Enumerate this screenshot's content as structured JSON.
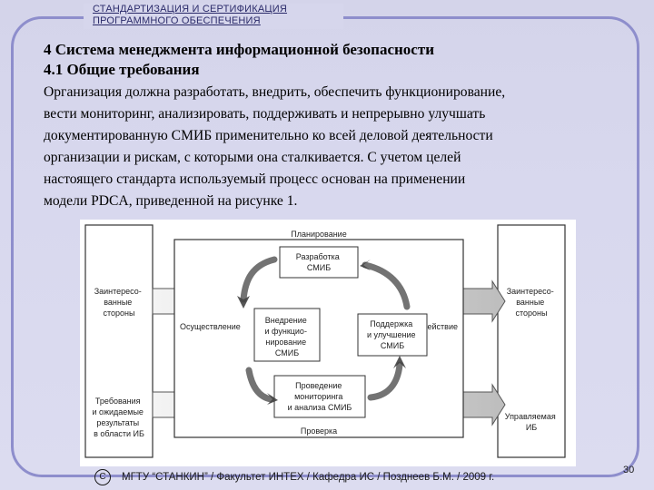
{
  "header": {
    "line1": "СТАНДАРТИЗАЦИЯ И СЕРТИФИКАЦИЯ",
    "line2": "ПРОГРАММНОГО ОБЕСПЕЧЕНИЯ"
  },
  "section": {
    "title": "4 Система менеджмента информационной безопасности",
    "subtitle": "4.1 Общие требования",
    "paragraph_lines": [
      "Организация должна разработать, внедрить, обеспечить функционирование,",
      "вести мониторинг, анализировать, поддерживать и непрерывно улучшать",
      "документированную СМИБ применительно ко всей деловой деятельности",
      "организации и рискам, с которыми она сталкивается. С учетом целей",
      "настоящего стандарта используемый процесс основан на применении",
      "модели PDCA, приведенной на рисунке 1."
    ]
  },
  "diagram": {
    "left_top": [
      "Заинтересо-",
      "ванные",
      "стороны"
    ],
    "left_bottom": [
      "Требования",
      "и ожидаемые",
      "результаты",
      "в области ИБ"
    ],
    "right_top": [
      "Заинтересо-",
      "ванные",
      "стороны"
    ],
    "right_bottom": [
      "Управляемая",
      "ИБ"
    ],
    "label_top": "Планирование",
    "label_bottom": "Проверка",
    "label_left": "Осуществление",
    "label_right": "Действие",
    "box_top": [
      "Разработка",
      "СМИБ"
    ],
    "box_left": [
      "Внедрение",
      "и функцио-",
      "нирование",
      "СМИБ"
    ],
    "box_right": [
      "Поддержка",
      "и улучшение",
      "СМИБ"
    ],
    "box_bottom": [
      "Проведение",
      "мониторинга",
      "и анализа СМИБ"
    ]
  },
  "footer": {
    "copyright_symbol": "С",
    "text": "МГТУ “СТАНКИН” / Факультет ИНТЕХ / Кафедра ИС / Позднеев Б.М. / 2009 г.",
    "page_number": "30"
  }
}
